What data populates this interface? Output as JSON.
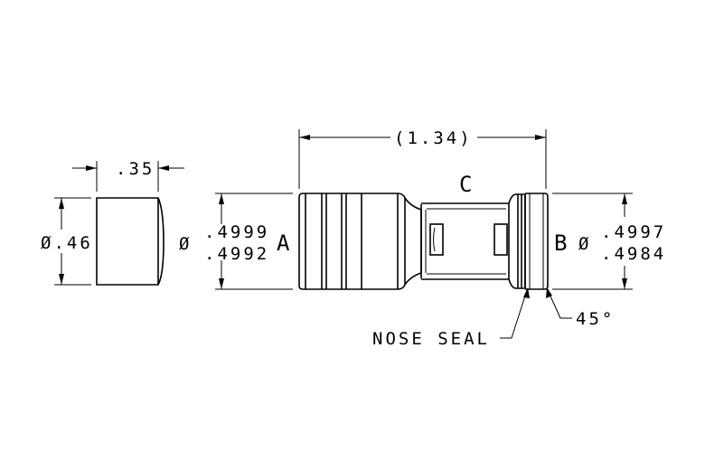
{
  "labels": {
    "cap_width": ".35",
    "cap_diameter": "Ø.46",
    "overall_length": "(1.34)",
    "center_label": "C",
    "dia_a_symbol": "Ø",
    "dia_a_upper": ".4999",
    "dia_a_lower": ".4992",
    "end_a": "A",
    "end_b": "B",
    "dia_b_symbol": "Ø",
    "dia_b_upper": ".4997",
    "dia_b_lower": ".4984",
    "nose_seal": "NOSE SEAL",
    "angle": "45°"
  }
}
